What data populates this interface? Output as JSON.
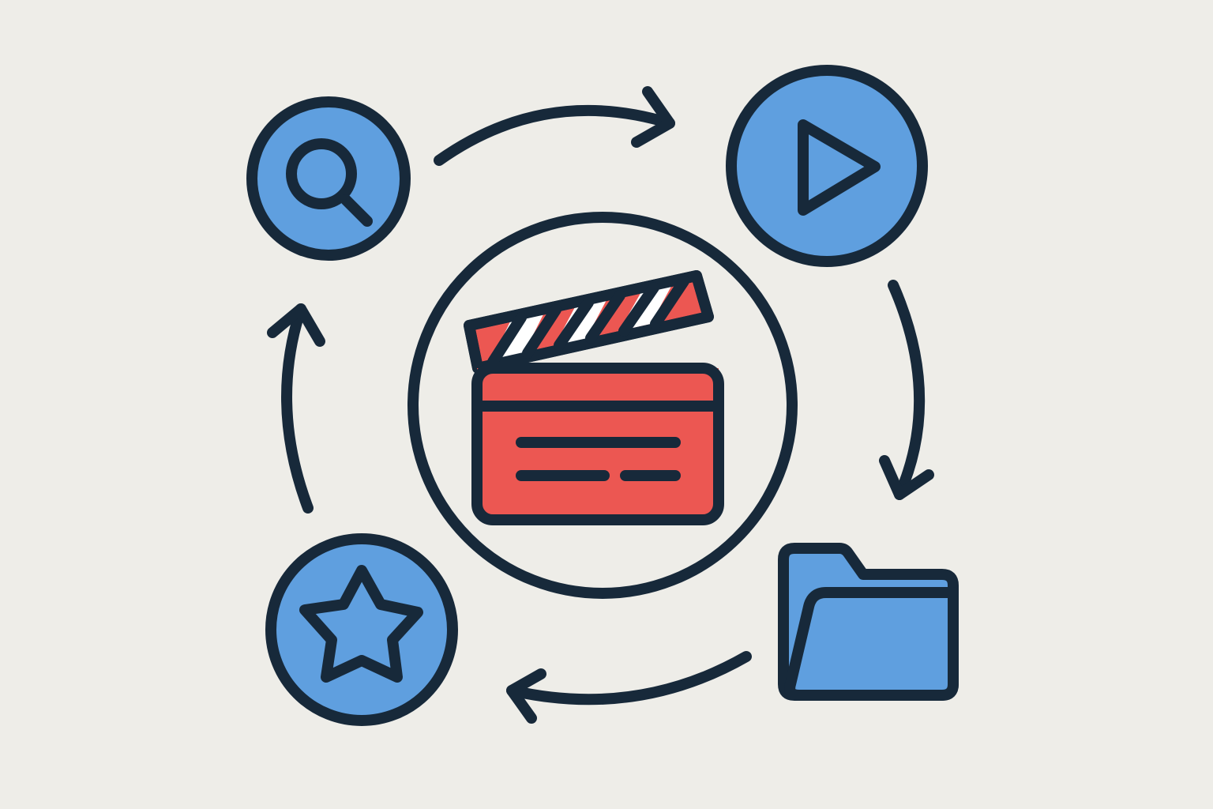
{
  "diagram": {
    "type": "cycle",
    "center": {
      "icon": "clapperboard-icon"
    },
    "nodes": [
      {
        "id": "search",
        "icon": "search-icon"
      },
      {
        "id": "play",
        "icon": "play-icon"
      },
      {
        "id": "folder",
        "icon": "folder-icon"
      },
      {
        "id": "favorite",
        "icon": "star-icon"
      }
    ],
    "flow": [
      "search",
      "play",
      "folder",
      "favorite",
      "search"
    ],
    "direction": "clockwise"
  },
  "colors": {
    "background": "#eeede8",
    "outline": "#17293a",
    "node_fill": "#5f9fdf",
    "clapper_red": "#ec5752",
    "stripe_white": "#ffffff"
  }
}
